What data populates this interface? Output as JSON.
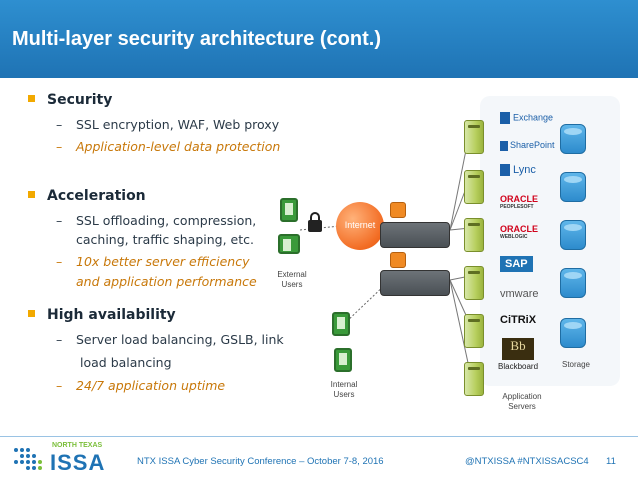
{
  "title": "Multi-layer security architecture (cont.)",
  "sections": [
    {
      "heading": "Security",
      "items": [
        {
          "text": "SSL encryption, WAF, Web proxy",
          "highlight": false
        },
        {
          "text": "Application-level data protection",
          "highlight": true
        }
      ]
    },
    {
      "heading": "Acceleration",
      "items": [
        {
          "text": "SSL offloading, compression,",
          "highlight": false
        },
        {
          "text": "caching, traffic shaping, etc.",
          "highlight": false,
          "continuation": true
        },
        {
          "text": "10x better server efficiency",
          "highlight": true
        },
        {
          "text": "and application performance",
          "highlight": true,
          "continuation": true
        }
      ]
    },
    {
      "heading": "High availability",
      "items": [
        {
          "text": "Server load balancing, GSLB, link",
          "highlight": false
        },
        {
          "text": "load balancing",
          "highlight": false,
          "continuation": true
        },
        {
          "text": "24/7 application uptime",
          "highlight": true
        }
      ]
    }
  ],
  "bullet_dash": "–",
  "diagram": {
    "internet_label": "Internet",
    "external_users_label": [
      "External",
      "Users"
    ],
    "internal_users_label": [
      "Internal",
      "Users"
    ],
    "application_servers_label": [
      "Application",
      "Servers"
    ],
    "storage_label": "Storage",
    "app_logos": [
      "Exchange",
      "SharePoint",
      "Lync",
      "ORACLE",
      "ORACLE",
      "SAP",
      "vmware",
      "CiTRiX",
      "Blackboard"
    ],
    "oracle_sub": [
      "PEOPLESOFT",
      "WEBLOGIC"
    ]
  },
  "footer": {
    "conference": "NTX ISSA Cyber Security Conference – October 7-8, 2016",
    "hashtags": "@NTXISSA  #NTXISSACSC4",
    "page_number": "11",
    "logo_top": "NORTH TEXAS",
    "logo_main": "ISSA"
  },
  "colors": {
    "title_bar": "#1f73b4",
    "bullet_square": "#f2a900",
    "highlight_text": "#c8780a",
    "footer_text": "#1f73b4"
  }
}
